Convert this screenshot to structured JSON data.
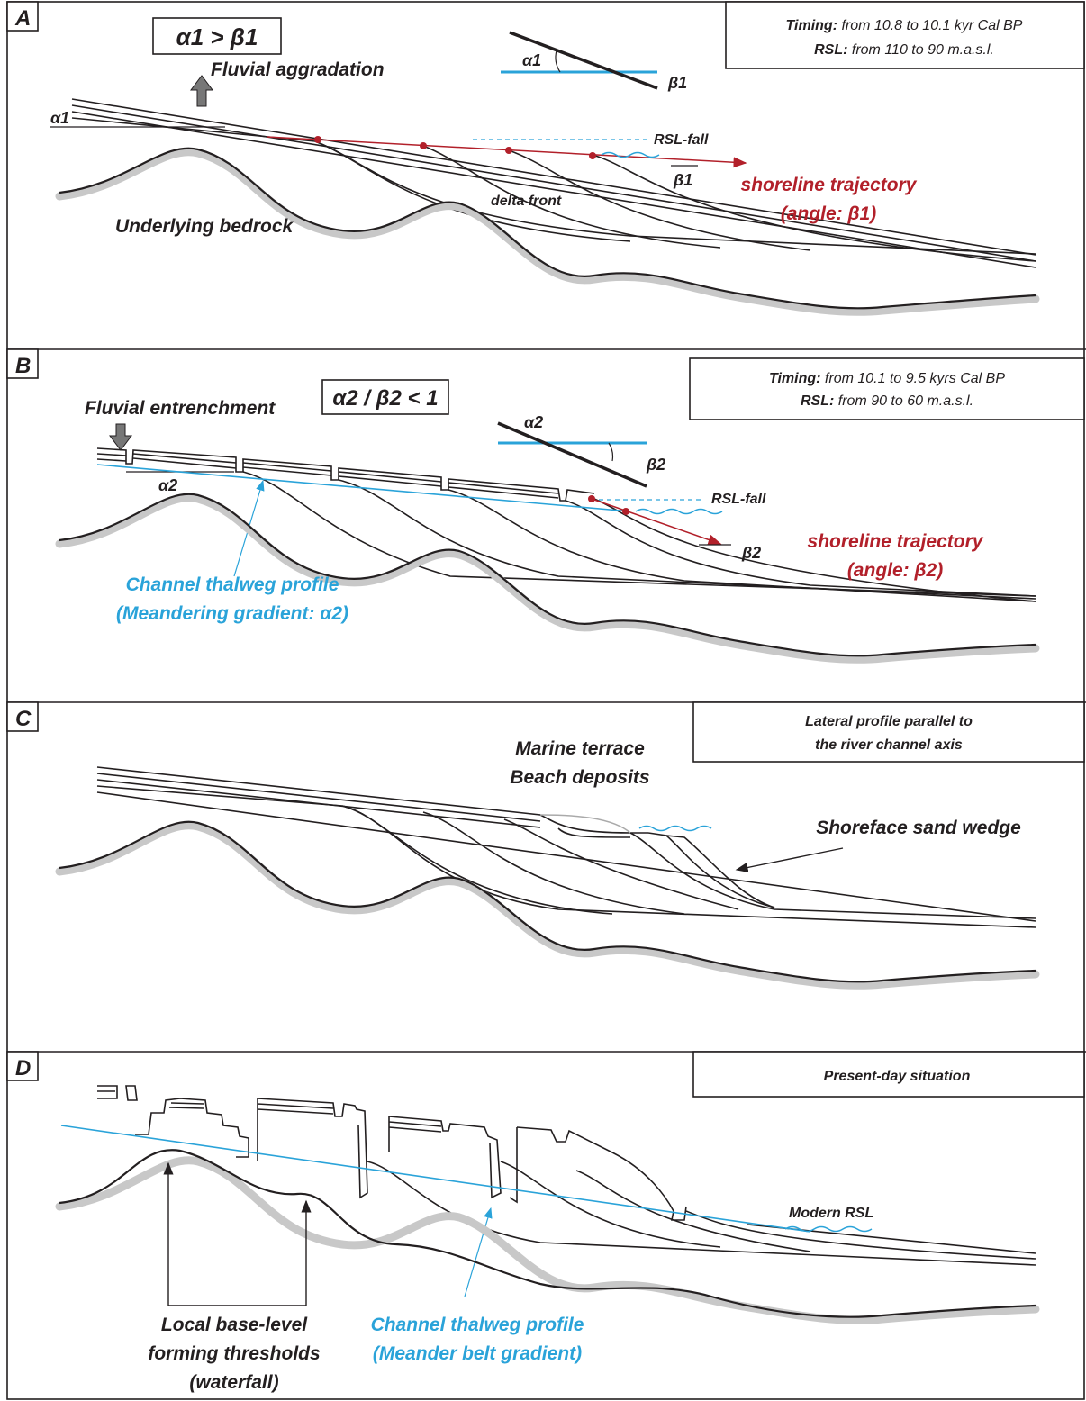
{
  "panels": [
    {
      "letter": "A",
      "info_line1_bold": "Timing:",
      "info_line1_rest": " from 10.8 to 10.1 kyr Cal BP",
      "info_line2_bold": "RSL:",
      "info_line2_rest": " from 110 to 90 m.a.s.l.",
      "ratio": "α1 > β1",
      "alpha": "α1",
      "beta": "β1",
      "process": "Fluvial aggradation",
      "rsl": "RSL-fall",
      "delta_front": "delta front",
      "trajectory": "shoreline trajectory",
      "trajectory_angle": "(angle: β1)",
      "bedrock": "Underlying bedrock"
    },
    {
      "letter": "B",
      "info_line1_bold": "Timing:",
      "info_line1_rest": " from 10.1 to 9.5 kyrs Cal BP",
      "info_line2_bold": "RSL:",
      "info_line2_rest": " from 90 to 60 m.a.s.l.",
      "ratio": "α2 / β2 < 1",
      "alpha": "α2",
      "beta": "β2",
      "process": "Fluvial entrenchment",
      "rsl": "RSL-fall",
      "trajectory": "shoreline trajectory",
      "trajectory_angle": "(angle: β2)",
      "thalweg": "Channel thalweg profile",
      "thalweg_sub": "(Meandering gradient: α2)"
    },
    {
      "letter": "C",
      "info_line1": "Lateral profile parallel to",
      "info_line2": "the river channel axis",
      "terrace1": "Marine terrace",
      "terrace2": "Beach deposits",
      "shoreface": "Shoreface sand wedge"
    },
    {
      "letter": "D",
      "info_line1": "Present-day situation",
      "modern_rsl": "Modern RSL",
      "threshold1": "Local base-level",
      "threshold2": "forming thresholds",
      "threshold3": "(waterfall)",
      "thalweg": "Channel thalweg profile",
      "thalweg_sub": "(Meander belt gradient)"
    }
  ],
  "colors": {
    "ink": "#231f20",
    "red": "#b2202a",
    "blue": "#2aa3d9",
    "bedrock": "#c8c8c8"
  }
}
